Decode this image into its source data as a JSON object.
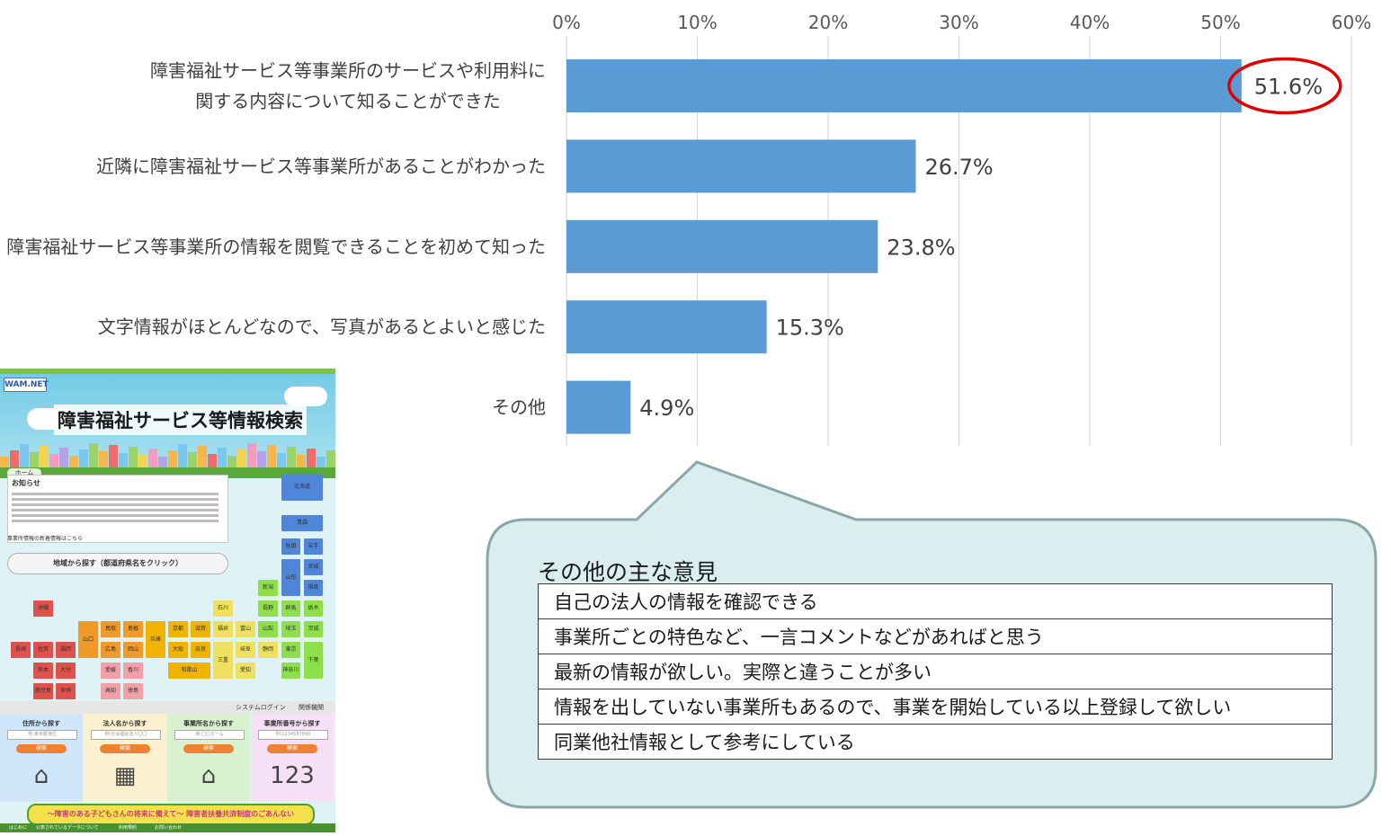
{
  "chart_data": {
    "type": "bar",
    "orientation": "horizontal",
    "categories": [
      [
        "障害福祉サービス等事業所のサービスや利用料に",
        "関する内容について知ることができた"
      ],
      [
        "近隣に障害福祉サービス等事業所があることがわかった"
      ],
      [
        "障害福祉サービス等事業所の情報を閲覧できることを初めて知った"
      ],
      [
        "文字情報がほとんどなので、写真があるとよいと感じた"
      ],
      [
        "その他"
      ]
    ],
    "values": [
      51.6,
      26.7,
      23.8,
      15.3,
      4.9
    ],
    "value_labels": [
      "51.6%",
      "26.7%",
      "23.8%",
      "15.3%",
      "4.9%"
    ],
    "xlim": [
      0,
      60
    ],
    "xticks": [
      0,
      10,
      20,
      30,
      40,
      50,
      60
    ],
    "xtick_labels": [
      "0%",
      "10%",
      "20%",
      "30%",
      "40%",
      "50%",
      "60%"
    ],
    "axis_position": "top",
    "grid": true,
    "bar_color": "#5b9bd5",
    "highlight_index": 0,
    "highlight_color": "#e00000"
  },
  "callout": {
    "title": "その他の主な意見",
    "items": [
      "自己の法人の情報を確認できる",
      "事業所ごとの特色など、一言コメントなどがあればと思う",
      "最新の情報が欲しい。実際と違うことが多い",
      "情報を出していない事業所もあるので、事業を開始している以上登録して欲しい",
      "同業他社情報として参考にしている"
    ],
    "fill": "#daeef0",
    "border": "#8aa8a8"
  },
  "thumbnail": {
    "logo": "WAM.NET",
    "title": "障害福祉サービス等情報検索",
    "nav_home": "ホーム",
    "notice_title": "お知らせ",
    "notice_more": "事業所情報の新着情報はこちら",
    "region_search": "地域から探す（都道府県名をクリック）",
    "prefectures": [
      {
        "name": "北海道",
        "color": "#4f86d9"
      },
      {
        "name": "青森",
        "color": "#4f86d9"
      },
      {
        "name": "秋田",
        "color": "#4f86d9"
      },
      {
        "name": "岩手",
        "color": "#4f86d9"
      },
      {
        "name": "山形",
        "color": "#4f86d9"
      },
      {
        "name": "宮城",
        "color": "#4f86d9"
      },
      {
        "name": "福島",
        "color": "#4f86d9"
      },
      {
        "name": "新潟",
        "color": "#8ee04a"
      },
      {
        "name": "長野",
        "color": "#8ee04a"
      },
      {
        "name": "群馬",
        "color": "#8ee04a"
      },
      {
        "name": "栃木",
        "color": "#8ee04a"
      },
      {
        "name": "山梨",
        "color": "#8ee04a"
      },
      {
        "name": "埼玉",
        "color": "#8ee04a"
      },
      {
        "name": "茨城",
        "color": "#8ee04a"
      },
      {
        "name": "東京",
        "color": "#8ee04a"
      },
      {
        "name": "千葉",
        "color": "#8ee04a"
      },
      {
        "name": "神奈川",
        "color": "#8ee04a"
      },
      {
        "name": "石川",
        "color": "#f0e060"
      },
      {
        "name": "富山",
        "color": "#f0e060"
      },
      {
        "name": "福井",
        "color": "#f0e060"
      },
      {
        "name": "岐阜",
        "color": "#f0e060"
      },
      {
        "name": "静岡",
        "color": "#f0e060"
      },
      {
        "name": "愛知",
        "color": "#f0e060"
      },
      {
        "name": "三重",
        "color": "#f0e060"
      },
      {
        "name": "京都",
        "color": "#f0b400"
      },
      {
        "name": "滋賀",
        "color": "#f0b400"
      },
      {
        "name": "兵庫",
        "color": "#f0b400"
      },
      {
        "name": "大阪",
        "color": "#f0b400"
      },
      {
        "name": "奈良",
        "color": "#f0b400"
      },
      {
        "name": "和歌山",
        "color": "#f0b400"
      },
      {
        "name": "鳥取",
        "color": "#f09a2a"
      },
      {
        "name": "島根",
        "color": "#f09a2a"
      },
      {
        "name": "岡山",
        "color": "#f09a2a"
      },
      {
        "name": "広島",
        "color": "#f09a2a"
      },
      {
        "name": "山口",
        "color": "#f09a2a"
      },
      {
        "name": "香川",
        "color": "#f2a0a8"
      },
      {
        "name": "愛媛",
        "color": "#f2a0a8"
      },
      {
        "name": "徳島",
        "color": "#f2a0a8"
      },
      {
        "name": "高知",
        "color": "#f2a0a8"
      },
      {
        "name": "沖縄",
        "color": "#e0514c"
      },
      {
        "name": "長崎",
        "color": "#e0514c"
      },
      {
        "name": "佐賀",
        "color": "#e0514c"
      },
      {
        "name": "福岡",
        "color": "#e0514c"
      },
      {
        "name": "熊本",
        "color": "#e0514c"
      },
      {
        "name": "大分",
        "color": "#e0514c"
      },
      {
        "name": "鹿児島",
        "color": "#e0514c"
      },
      {
        "name": "宮崎",
        "color": "#e0514c"
      }
    ],
    "system_login": "システムログイン",
    "related": "関係機関",
    "search_columns": [
      {
        "title": "住所から探す",
        "placeholder": "例:東京都港区",
        "button": "検索",
        "icon": "map-icon",
        "glyph": "⌂",
        "color": "#cfe6fb"
      },
      {
        "title": "法人名から探す",
        "placeholder": "例:社会福祉法人〇〇",
        "button": "検索",
        "icon": "building-icon",
        "glyph": "▦",
        "color": "#fbf1cf"
      },
      {
        "title": "事業所名から探す",
        "placeholder": "例:〇〇ホーム",
        "button": "検索",
        "icon": "house-icon",
        "glyph": "⌂",
        "color": "#d8f2cf"
      },
      {
        "title": "事業所番号から探す",
        "placeholder": "例:1234567890",
        "button": "検索",
        "icon": "number-icon",
        "glyph": "123",
        "color": "#f6e0f6"
      }
    ],
    "banner": "〜障害のある子どもさんの将来に備えて〜 障害者扶養共済制度のごあんない",
    "footer_links": [
      "はじめに",
      "公表されているデータについて",
      "利用規約",
      "お問い合わせ"
    ]
  }
}
